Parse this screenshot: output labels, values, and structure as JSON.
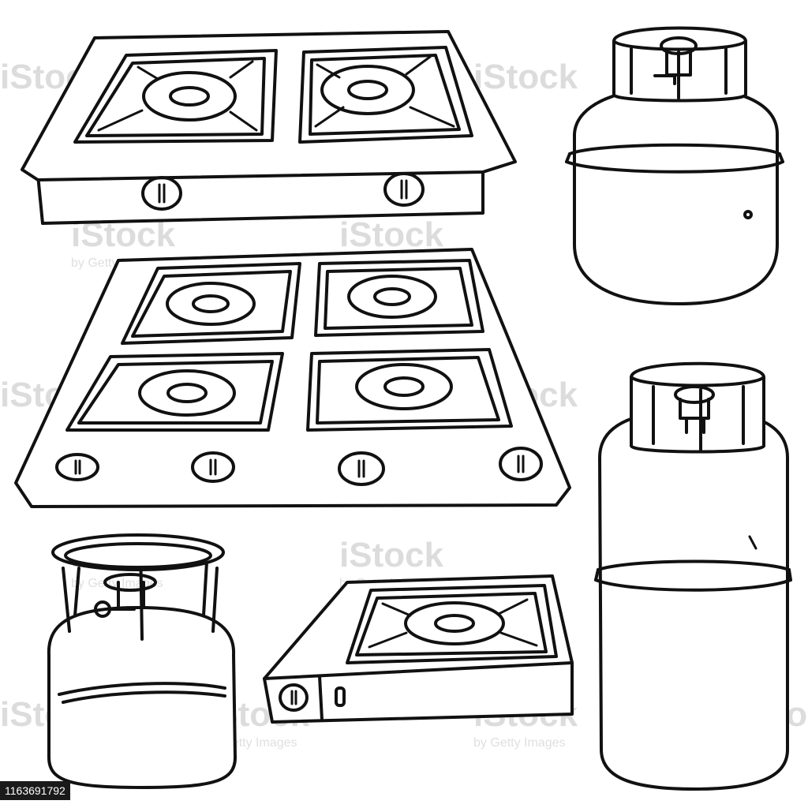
{
  "watermark": {
    "brand": "iStock",
    "credit": "by Getty Images"
  },
  "stock_id": "1163691792",
  "icons": [
    "two-burner-stove",
    "four-burner-cooktop",
    "portable-gas-stove",
    "small-gas-cylinder",
    "medium-gas-cylinder",
    "tall-gas-cylinder"
  ]
}
